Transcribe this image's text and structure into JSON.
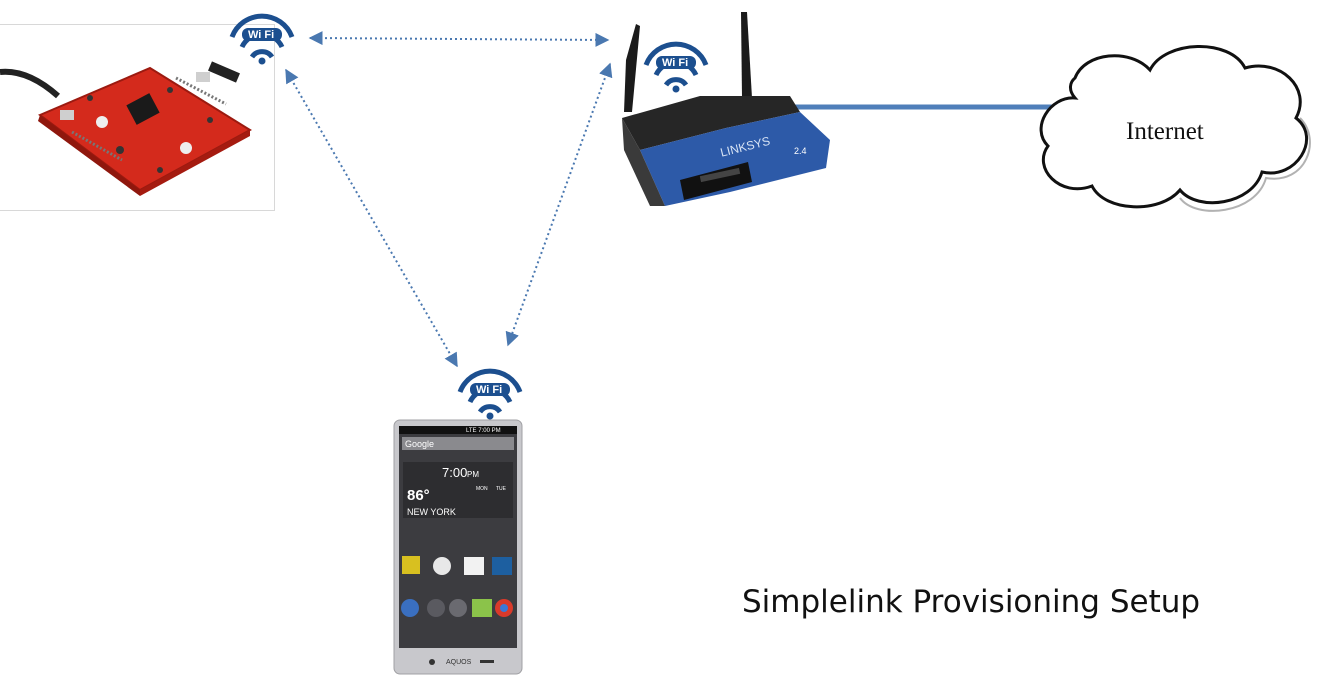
{
  "caption": "Simplelink Provisioning Setup",
  "cloud": {
    "label": "Internet"
  },
  "wifi_badge": {
    "text": "Wi Fi"
  },
  "router": {
    "brand": "LINKSYS",
    "band": "2.4"
  },
  "phone": {
    "status_bar": "LTE 7:00 PM",
    "search_label": "Google",
    "clock": "7:00",
    "clock_suffix": "PM",
    "temperature": "86°",
    "city": "NEW YORK",
    "day1": "MON",
    "day2": "TUE",
    "brand": "AQUOS"
  },
  "colors": {
    "link_dotted": "#4a78b0",
    "wired_link": "#4f7fba",
    "wifi_badge": "#1c4f8f",
    "board_red": "#d42a1c",
    "router_blue": "#2d5aa8"
  }
}
